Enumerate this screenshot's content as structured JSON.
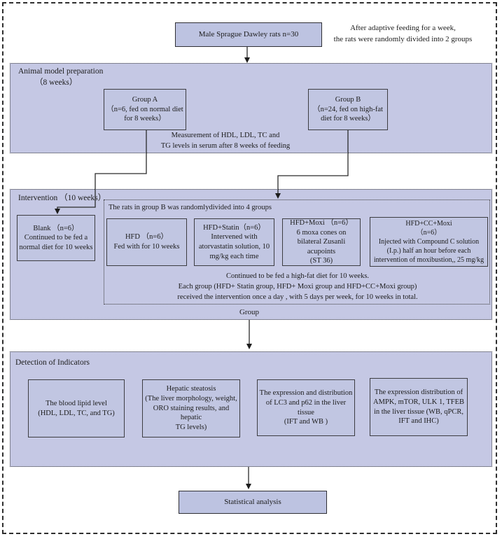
{
  "colors": {
    "section_bg": "#c5c8e4",
    "box_bg": "#c1c6e2",
    "accent_box_bg": "#bdc3e1",
    "border": "#3d3d42",
    "line": "#2b2b2b"
  },
  "top": {
    "subject_box": "Male Sprague Dawley rats n=30",
    "note_lines": [
      "After adaptive feeding for a week,",
      "the rats were randomly divided into 2 groups"
    ]
  },
  "model_prep": {
    "label_lines": [
      "Animal model preparation",
      "（8 weeks）"
    ],
    "group_a_lines": [
      "Group A",
      "（n=6, fed on normal diet",
      "for 8 weeks）"
    ],
    "group_b_lines": [
      "Group B",
      "（n=24, fed on high-fat",
      "diet for 8 weeks）"
    ],
    "measurement_lines": [
      "Measurement of HDL, LDL, TC and",
      "TG levels in serum after 8 weeks of feeding"
    ]
  },
  "intervention": {
    "label": "Intervention （10 weeks）",
    "blank_lines": [
      "Blank （n=6）",
      "Continued to be fed a",
      "normal diet for 10 weeks"
    ],
    "subgroup_header": "The rats in group B was randomlydivided into 4 groups",
    "hfd_lines": [
      "HFD （n=6）",
      "Fed with for 10 weeks"
    ],
    "statin_lines": [
      "HFD+Statin（n=6）",
      "Intervened with",
      "atorvastatin solution, 10",
      "mg/kg each time"
    ],
    "moxi_lines": [
      "HFD+Moxi （n=6）",
      "6 moxa cones on",
      "bilateral Zusanli acupoints",
      "(ST 36)"
    ],
    "cc_moxi_lines": [
      "HFD+CC+Moxi",
      "（n=6）",
      "Injected with Compound C solution",
      "(I.p.) half an hour before each",
      "intervention of moxibustion,, 25 mg/kg"
    ],
    "footer_lines": [
      "Continued to be fed a high-fat diet for 10 weeks.",
      "Each group (HFD+ Statin group, HFD+ Moxi group and HFD+CC+Moxi group)",
      "received the intervention once a day , with 5 days per week, for 10 weeks in total."
    ],
    "group_label": "Group"
  },
  "detection": {
    "label": "Detection of Indicators",
    "blood_lipid_lines": [
      "The blood lipid level",
      "(HDL, LDL, TC, and TG)"
    ],
    "hepatic_lines": [
      "Hepatic steatosis",
      "(The liver morphology, weight,",
      "ORO staining results, and hepatic",
      "TG levels)"
    ],
    "lc3_lines": [
      "The expression and distribution",
      "of LC3 and p62 in the liver tissue",
      "(IFT and WB )"
    ],
    "ampk_lines": [
      "The expression distribution of",
      "AMPK, mTOR, ULK 1, TFEB",
      "in the liver tissue (WB, qPCR,",
      "IFT and IHC)"
    ]
  },
  "final": {
    "stat_box": "Statistical analysis"
  }
}
